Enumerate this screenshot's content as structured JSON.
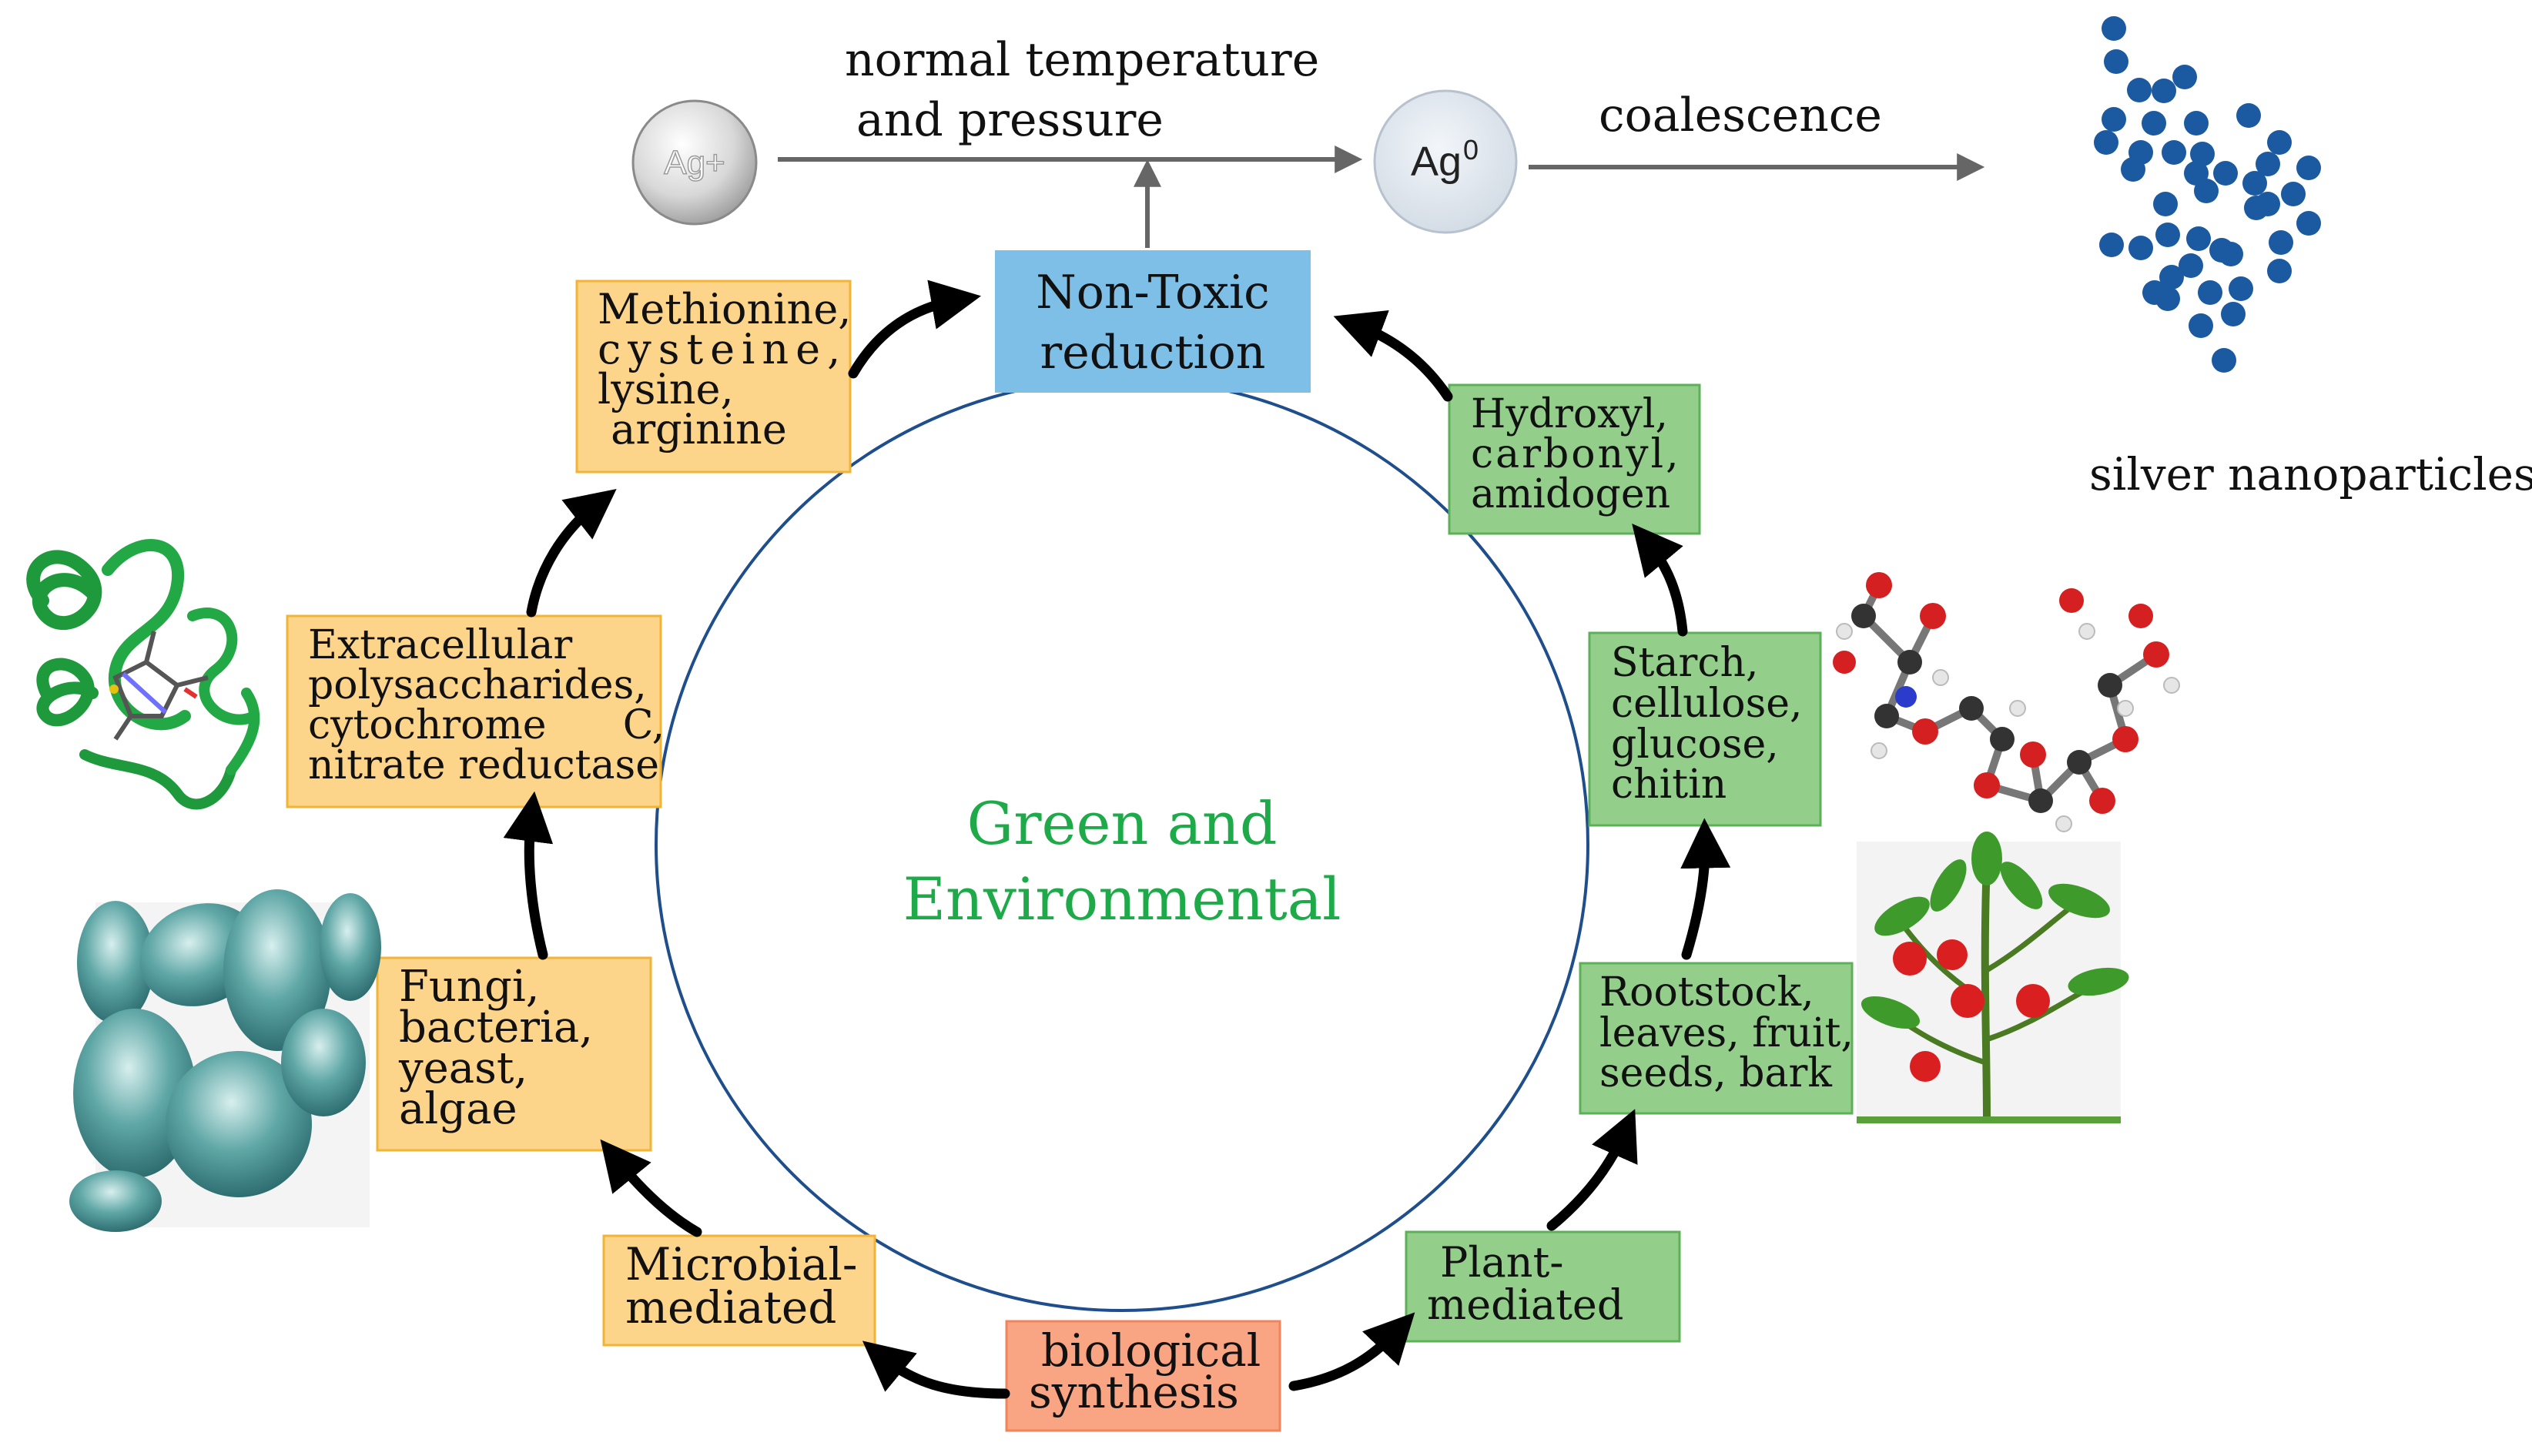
{
  "top_flow": {
    "ion_label": "Ag+",
    "atom_label": "Ag",
    "atom_superscript": "0",
    "condition_line1": "normal temperature",
    "condition_line2": "and pressure",
    "coalescence": "coalescence",
    "nanoparticles": "silver nanoparticles"
  },
  "center": {
    "line1": "Green and",
    "line2": "Environmental"
  },
  "boxes": {
    "non_toxic": [
      "Non-Toxic",
      "reduction"
    ],
    "amino_acids": [
      "Methionine,",
      "cysteine,",
      "lysine,",
      " arginine"
    ],
    "polysaccharides": [
      "Extracellular",
      "polysaccharides,",
      "cytochrome      C,",
      "nitrate reductase"
    ],
    "fungi": [
      "Fungi,",
      "bacteria,",
      "yeast,",
      "algae"
    ],
    "microbial": [
      "Microbial-",
      "mediated"
    ],
    "biological": [
      "biological",
      "synthesis"
    ],
    "plant_mediated": [
      "Plant-",
      "mediated"
    ],
    "rootstock": [
      "Rootstock,",
      "leaves, fruit,",
      "seeds, bark"
    ],
    "starch": [
      "Starch,",
      "cellulose,",
      "glucose,",
      "chitin"
    ],
    "hydroxyl": [
      "Hydroxyl,",
      "carbonyl,",
      "amidogen"
    ]
  },
  "colors": {
    "orange_fill": "#FDD58A",
    "orange_border": "#F2B437",
    "green_fill": "#93CE8B",
    "green_border": "#5CB158",
    "blue_fill": "#7DBFE6",
    "salmon_fill": "#F9A583",
    "salmon_border": "#F0855D",
    "circle_stroke": "#1F4E8C",
    "center_text": "#1FAA4A",
    "nanoparticle": "#1B5AA0",
    "flow_arrow": "#666666"
  },
  "icons": [
    "protein-structure-image",
    "microbe-cells-image",
    "molecule-structure-image",
    "tomato-plant-image"
  ]
}
